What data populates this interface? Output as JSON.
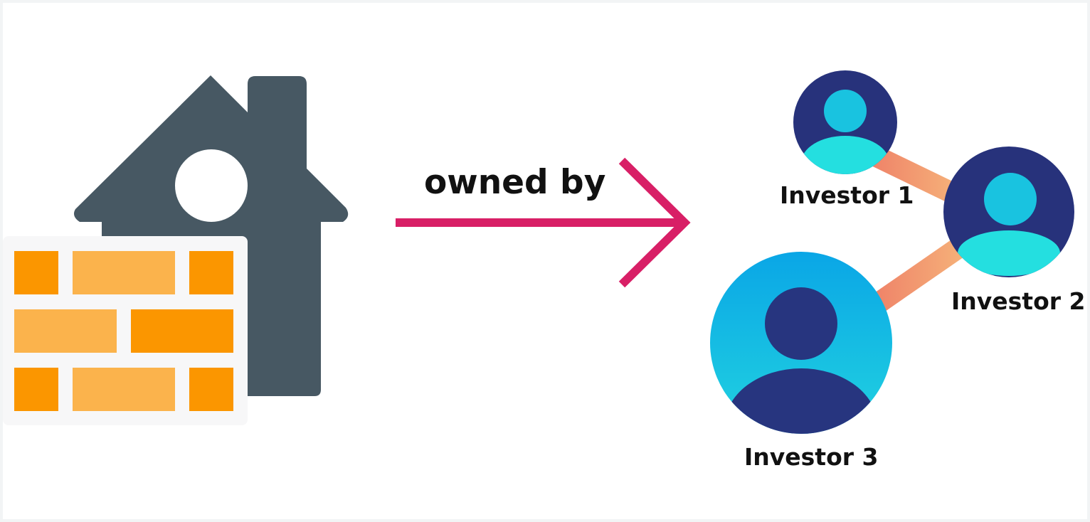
{
  "relation_label": "owned by",
  "investors": [
    {
      "label": "Investor 1"
    },
    {
      "label": "Investor 2"
    },
    {
      "label": "Investor 3"
    }
  ],
  "colors": {
    "house": "#475863",
    "arrow": "#d81f66",
    "brick_dark": "#fb9600",
    "brick_light": "#fbb34c",
    "investor_dark": "#27327b",
    "investor_light": "#19c3e0",
    "connector": "#f29a6b"
  },
  "icons": [
    "house-icon",
    "brick-wall-icon",
    "arrow-icon",
    "person-icon"
  ]
}
